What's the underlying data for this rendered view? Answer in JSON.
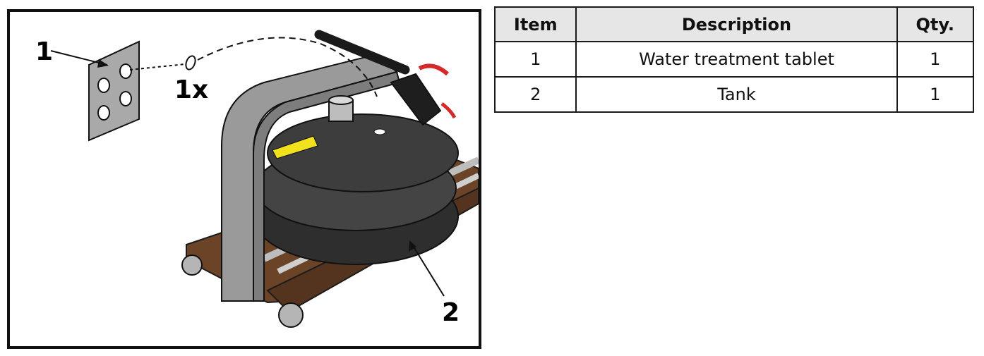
{
  "figure": {
    "callouts": {
      "item1": "1",
      "quantity": "1x",
      "item2": "2"
    }
  },
  "parts_table": {
    "headers": {
      "item": "Item",
      "description": "Description",
      "qty": "Qty."
    },
    "rows": [
      {
        "item": "1",
        "description": "Water treatment tablet",
        "qty": "1"
      },
      {
        "item": "2",
        "description": "Tank",
        "qty": "1"
      }
    ]
  },
  "colors": {
    "frame": "#9a9a9a",
    "tank": "#3d3d3d",
    "wood_rail": "#6b4428",
    "label": "#f2e21e",
    "accent_red": "#d42a2a",
    "tablet": "#a9a9a9",
    "table_header_bg": "#e6e6e6"
  }
}
